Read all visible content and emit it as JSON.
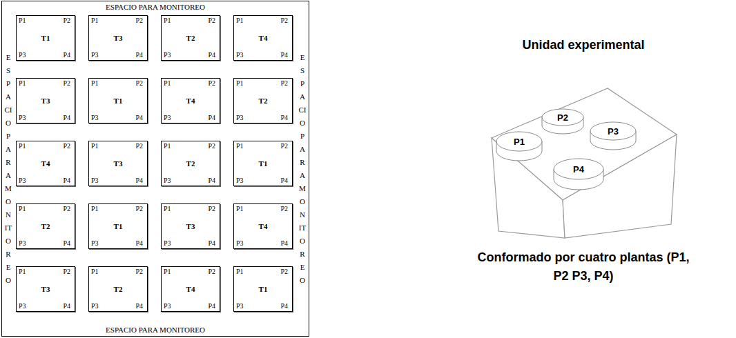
{
  "diagram": {
    "nodes": [
      {
        "text": [
          "ESPACIO PARA MONITOREO",
          "ESPACIO PARA MONITOREO",
          "ESPACIO PARA MONITOREO",
          "ESPACIO PARA MONITOREO"
        ]
      },
      {
        "text": [
          "P1",
          "P2",
          "T1",
          "P3",
          "P4"
        ],
        "in": 0
      },
      {
        "text": [
          "P1",
          "P2",
          "T3",
          "P3",
          "P4"
        ],
        "in": 0
      },
      {
        "text": [
          "P1",
          "P2",
          "T2",
          "P3",
          "P4"
        ],
        "in": 0
      },
      {
        "text": [
          "P1",
          "P2",
          "T4",
          "P3",
          "P4"
        ],
        "in": 0
      },
      {
        "text": [
          "P1",
          "P2",
          "T3",
          "P3",
          "P4"
        ],
        "in": 0
      },
      {
        "text": [
          "P1",
          "P2",
          "T1",
          "P3",
          "P4"
        ],
        "in": 0
      },
      {
        "text": [
          "P1",
          "P2",
          "T4",
          "P3",
          "P4"
        ],
        "in": 0
      },
      {
        "text": [
          "P1",
          "P2",
          "T2",
          "P3",
          "P4"
        ],
        "in": 0
      },
      {
        "text": [
          "P1",
          "P2",
          "T4",
          "P3",
          "P4"
        ],
        "in": 0
      },
      {
        "text": [
          "P1",
          "P2",
          "T3",
          "P3",
          "P4"
        ],
        "in": 0
      },
      {
        "text": [
          "P1",
          "P2",
          "T2",
          "P3",
          "P4"
        ],
        "in": 0
      },
      {
        "text": [
          "P1",
          "P2",
          "T1",
          "P3",
          "P4"
        ],
        "in": 0
      },
      {
        "text": [
          "P1",
          "P2",
          "T2",
          "P3",
          "P4"
        ],
        "in": 0
      },
      {
        "text": [
          "P1",
          "P2",
          "T1",
          "P3",
          "P4"
        ],
        "in": 0
      },
      {
        "text": [
          "P1",
          "P2",
          "T3",
          "P3",
          "P4"
        ],
        "in": 0
      },
      {
        "text": [
          "P1",
          "P2",
          "T4",
          "P3",
          "P4"
        ],
        "in": 0
      },
      {
        "text": [
          "P1",
          "P2",
          "T3",
          "P3",
          "P4"
        ],
        "in": 0
      },
      {
        "text": [
          "P1",
          "P2",
          "T2",
          "P3",
          "P4"
        ],
        "in": 0
      },
      {
        "text": [
          "P1",
          "P2",
          "T4",
          "P3",
          "P4"
        ],
        "in": 0
      },
      {
        "text": [
          "P1",
          "P2",
          "T1",
          "P3",
          "P4"
        ],
        "in": 0
      },
      {
        "text": [
          "P2"
        ]
      },
      {
        "text": [
          "P1"
        ]
      },
      {
        "text": [
          "P3"
        ]
      },
      {
        "text": [
          "P4"
        ]
      }
    ],
    "labels": [
      "Unidad experimental",
      "Conformado por cuatro plantas (P1, P2 P3, P4)"
    ]
  }
}
